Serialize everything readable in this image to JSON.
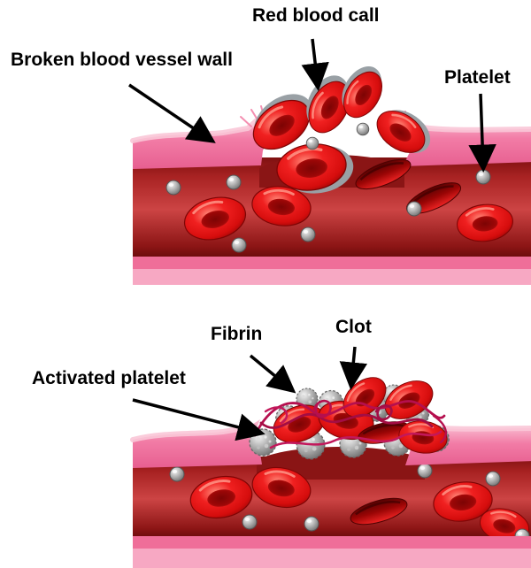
{
  "labels": {
    "red_blood_cell": "Red blood call",
    "broken_blood_vessel_wall": "Broken blood vessel wall",
    "platelet": "Platelet",
    "fibrin": "Fibrin",
    "clot": "Clot",
    "activated_platelet": "Activated platelet"
  },
  "colors": {
    "background": "#ffffff",
    "vessel_wall_outer_pink": "#f7a8c3",
    "vessel_wall_inner_pink": "#ef6e99",
    "vessel_wall_highlight_pink": "#f9c6d7",
    "lumen_dark_red": "#7e1010",
    "lumen_mid_red": "#cc4444",
    "red_blood_cell_red": "#e01010",
    "red_blood_cell_dark": "#8e0404",
    "platelet_gray": "#a8a8a8",
    "fibrin_crimson": "#b50f4e",
    "label_text": "#000000",
    "arrow": "#000000"
  }
}
